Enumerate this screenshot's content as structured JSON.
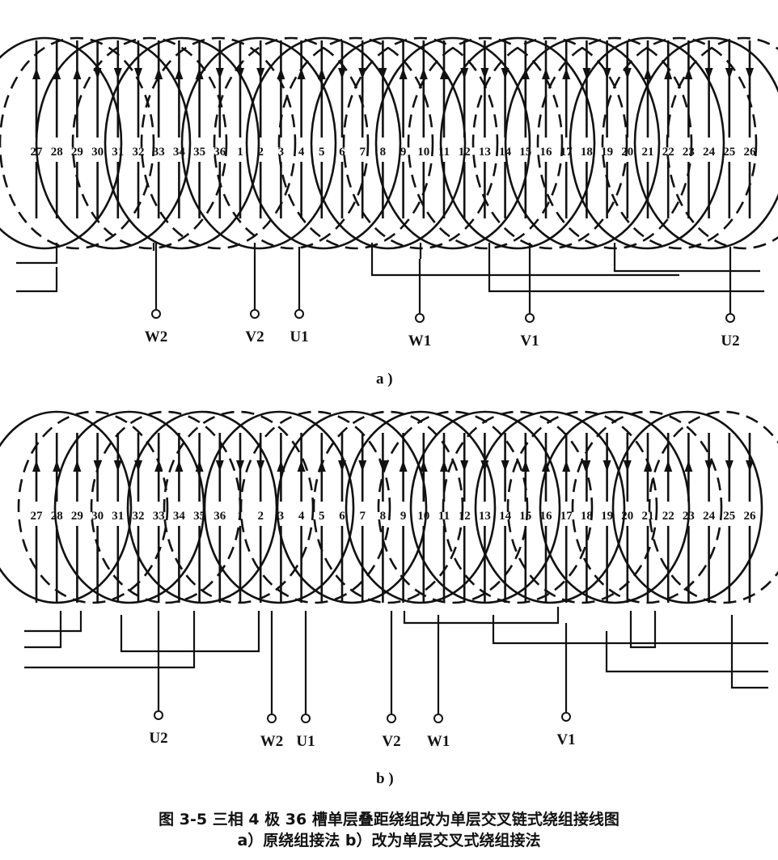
{
  "diagram_a": {
    "slots": [
      "27",
      "28",
      "29",
      "30",
      "31",
      "32",
      "33",
      "34",
      "35",
      "36",
      "1",
      "2",
      "3",
      "4",
      "5",
      "6",
      "7",
      "8",
      "9",
      "10",
      "11",
      "12",
      "13",
      "14",
      "15",
      "16",
      "17",
      "18",
      "19",
      "20",
      "21",
      "22",
      "23",
      "24",
      "25",
      "26"
    ],
    "terminals": [
      "W2",
      "V2",
      "U1",
      "W1",
      "V1",
      "U2"
    ],
    "sublabel": "a )"
  },
  "diagram_b": {
    "slots": [
      "27",
      "28",
      "29",
      "30",
      "31",
      "32",
      "33",
      "34",
      "35",
      "36",
      "1",
      "2",
      "3",
      "4",
      "5",
      "6",
      "7",
      "8",
      "9",
      "10",
      "11",
      "12",
      "13",
      "14",
      "15",
      "16",
      "17",
      "18",
      "19",
      "20",
      "21",
      "22",
      "23",
      "24",
      "25",
      "26"
    ],
    "terminals": [
      "U2",
      "W2",
      "U1",
      "V2",
      "W1",
      "V1"
    ],
    "sublabel": "b )"
  },
  "caption": {
    "title": "图 3-5  三相 4 极 36 槽单层叠距绕组改为单层交叉链式绕组接线图",
    "subtitle": "a）原绕组接法   b）改为单层交叉式绕组接法"
  }
}
